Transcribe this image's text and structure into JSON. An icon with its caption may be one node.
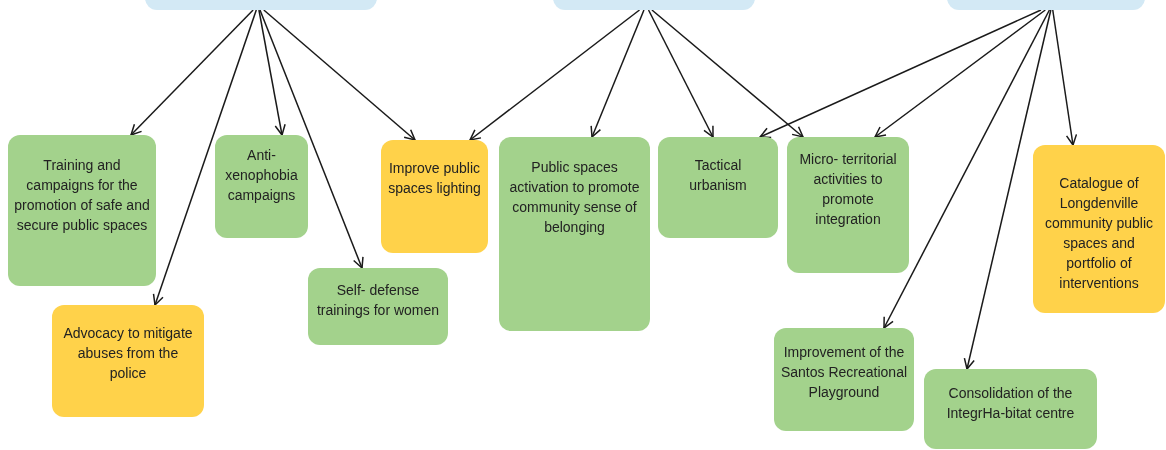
{
  "diagram": {
    "nodes": [
      {
        "text": [],
        "shape": "box"
      },
      {
        "text": [],
        "shape": "box"
      },
      {
        "text": [],
        "shape": "box"
      },
      {
        "text": [
          "Training and campaigns for the promotion of safe and secure public spaces"
        ]
      },
      {
        "text": [
          "Anti- xenophobia campaigns"
        ]
      },
      {
        "text": [
          "Improve public spaces lighting"
        ]
      },
      {
        "text": [
          "Public spaces activation to promote community sense of belonging"
        ]
      },
      {
        "text": [
          "Tactical urbanism"
        ]
      },
      {
        "text": [
          "Micro- territorial activities to promote integration"
        ]
      },
      {
        "text": [
          "Catalogue of Longdenville community public spaces and portfolio of interventions"
        ]
      },
      {
        "text": [
          "Advocacy to mitigate abuses from the police"
        ]
      },
      {
        "text": [
          "Self- defense trainings for women"
        ]
      },
      {
        "text": [
          "Improvement of the Santos Recreational Playground"
        ]
      },
      {
        "text": [
          "Consolidation of the IntegrHa-bitat centre"
        ]
      }
    ],
    "edges": [
      {
        "from": 0,
        "to": 3,
        "arrow": "to"
      },
      {
        "from": 0,
        "to": 10,
        "arrow": "to"
      },
      {
        "from": 0,
        "to": 4,
        "arrow": "to"
      },
      {
        "from": 0,
        "to": 11,
        "arrow": "to"
      },
      {
        "from": 0,
        "to": 5,
        "arrow": "to"
      },
      {
        "from": 1,
        "to": 5,
        "arrow": "to"
      },
      {
        "from": 1,
        "to": 6,
        "arrow": "to"
      },
      {
        "from": 1,
        "to": 7,
        "arrow": "to"
      },
      {
        "from": 1,
        "to": 8,
        "arrow": "to"
      },
      {
        "from": 2,
        "to": 7,
        "arrow": "to"
      },
      {
        "from": 2,
        "to": 8,
        "arrow": "to"
      },
      {
        "from": 2,
        "to": 12,
        "arrow": "to"
      },
      {
        "from": 2,
        "to": 13,
        "arrow": "to"
      },
      {
        "from": 2,
        "to": 9,
        "arrow": "to"
      }
    ]
  }
}
